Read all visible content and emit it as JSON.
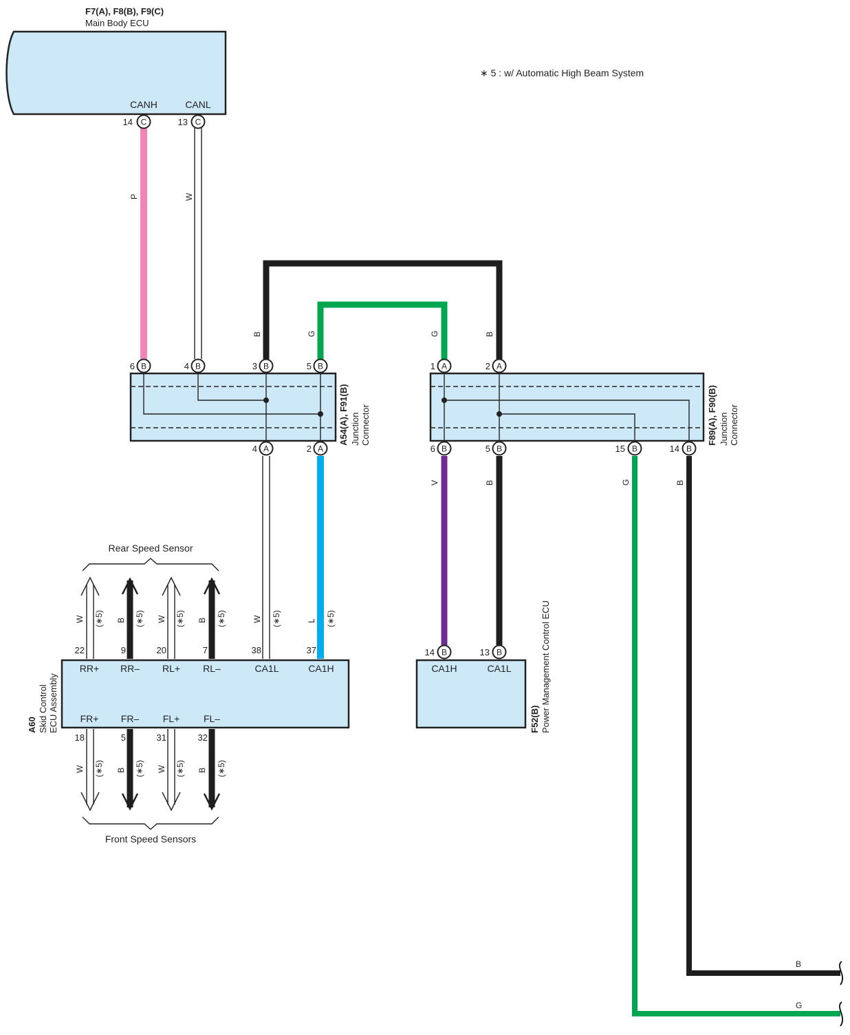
{
  "note": "∗ 5 : w/ Automatic High Beam System",
  "main_body_ecu": {
    "code": "F7(A), F8(B), F9(C)",
    "name": "Main Body ECU",
    "pins": [
      "CANH",
      "CANL"
    ]
  },
  "junction_left": {
    "code": "A54(A), F91(B)",
    "name1": "Junction",
    "name2": "Connector"
  },
  "junction_right": {
    "code": "F89(A), F90(B)",
    "name1": "Junction",
    "name2": "Connector"
  },
  "skid_ecu": {
    "code": "A60",
    "name1": "Skid Control",
    "name2": "ECU Assembly",
    "top_pins": [
      "RR+",
      "RR–",
      "RL+",
      "RL–",
      "CA1L",
      "CA1H"
    ],
    "bottom_pins": [
      "FR+",
      "FR–",
      "FL+",
      "FL–"
    ]
  },
  "pm_ecu": {
    "code": "F52(B)",
    "name": "Power Management Control ECU",
    "pins": [
      "CA1H",
      "CA1L"
    ]
  },
  "rear_sensor_label": "Rear Speed Sensor",
  "front_sensor_label": "Front Speed Sensors",
  "star5": "(∗5)",
  "pin_numbers": {
    "mb14": "14",
    "mb13": "13",
    "jl6": "6",
    "jl4": "4",
    "jl3": "3",
    "jl5": "5",
    "jlb4": "4",
    "jlb2": "2",
    "jr1": "1",
    "jr2": "2",
    "jrb6": "6",
    "jrb5": "5",
    "jrb15": "15",
    "jrb14": "14",
    "sk22": "22",
    "sk9": "9",
    "sk20": "20",
    "sk7": "7",
    "sk38": "38",
    "sk37": "37",
    "sk18": "18",
    "sk5": "5",
    "sk31": "31",
    "sk32": "32",
    "pm14": "14",
    "pm13": "13"
  },
  "connector_letters": {
    "A": "A",
    "B": "B",
    "C": "C"
  },
  "wire_codes": {
    "P": "P",
    "W": "W",
    "B": "B",
    "G": "G",
    "L": "L",
    "V": "V"
  },
  "wire_colors": {
    "pink": "#ef86ba",
    "black": "#1e1e1e",
    "green": "#00a650",
    "blue": "#00aeef",
    "purple": "#6f2c91",
    "white": "#ffffff",
    "box_fill": "#cde9f7"
  }
}
